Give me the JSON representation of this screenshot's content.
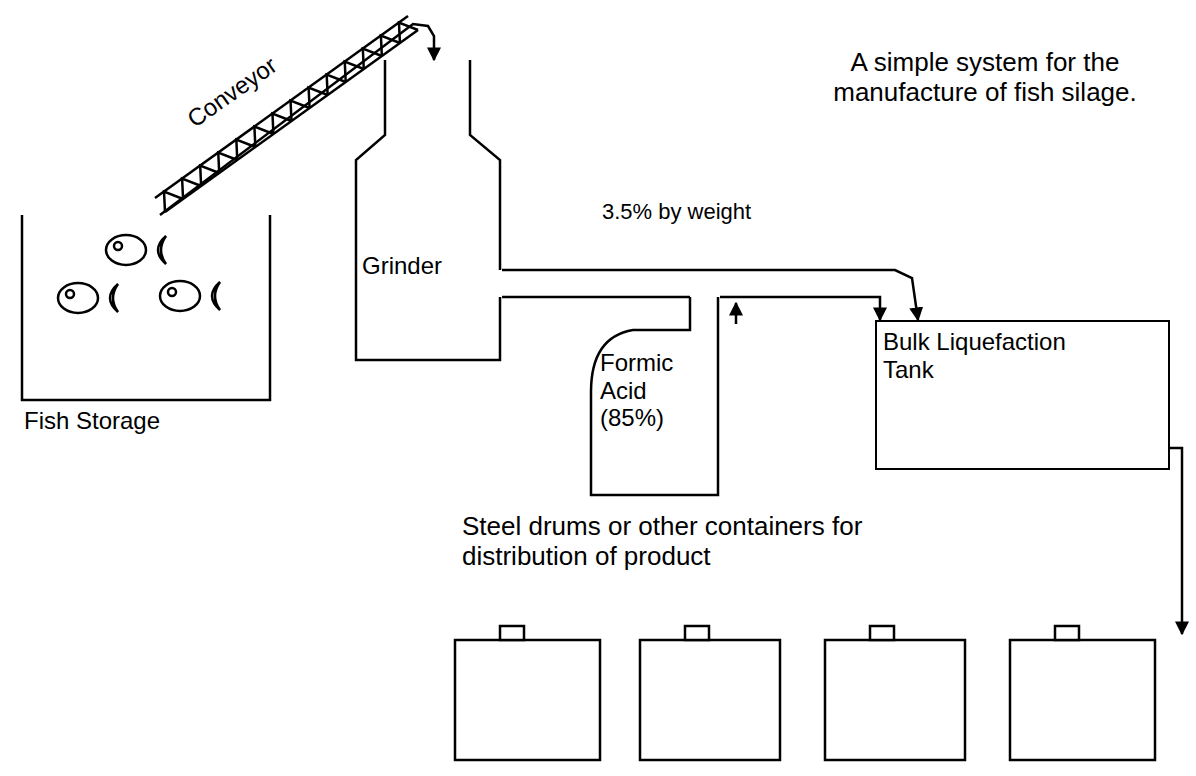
{
  "diagram": {
    "title": "A simple system for the manufacture of fish silage.",
    "nodes": [
      {
        "text": [
          "Fish Storage"
        ]
      },
      {
        "text": [
          "Grinder"
        ]
      },
      {
        "text": [
          "Formic Acid (85%)"
        ]
      },
      {
        "text": [
          "Bulk Liquefaction Tank"
        ]
      }
    ],
    "edges": [
      {
        "from": 0,
        "to": 1,
        "arrow": "to",
        "label": "Conveyor"
      },
      {
        "from": 1,
        "to": 3,
        "arrow": "to"
      },
      {
        "from": 2,
        "to": 3,
        "arrow": "to",
        "label": "3.5% by weight"
      }
    ],
    "labels": [
      "Steel drums or other containers for distribution of product"
    ]
  }
}
